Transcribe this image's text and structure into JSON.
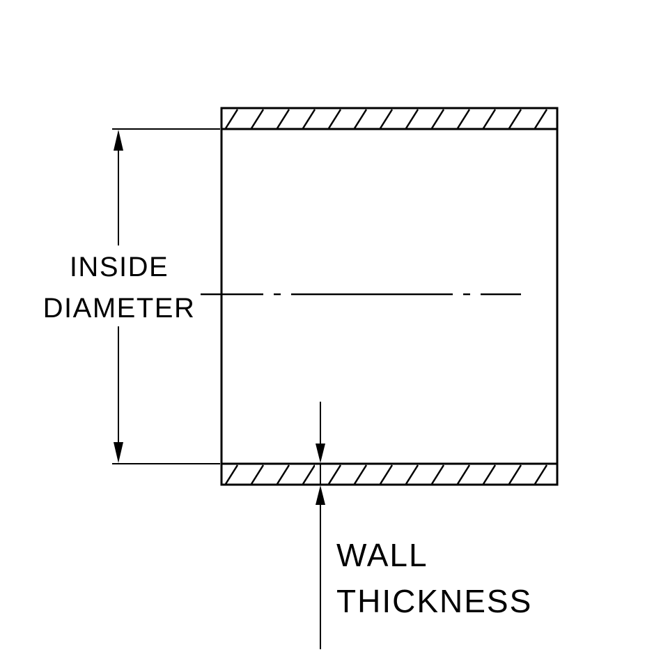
{
  "page": {
    "background_color": "#ffffff"
  },
  "drawing": {
    "type": "technical-cross-section",
    "line_color": "#000000",
    "labels": {
      "inside_diameter": {
        "line1": "INSIDE",
        "line2": "DIAMETER"
      },
      "wall_thickness": {
        "line1": "WALL",
        "line2": "THICKNESS"
      }
    }
  }
}
